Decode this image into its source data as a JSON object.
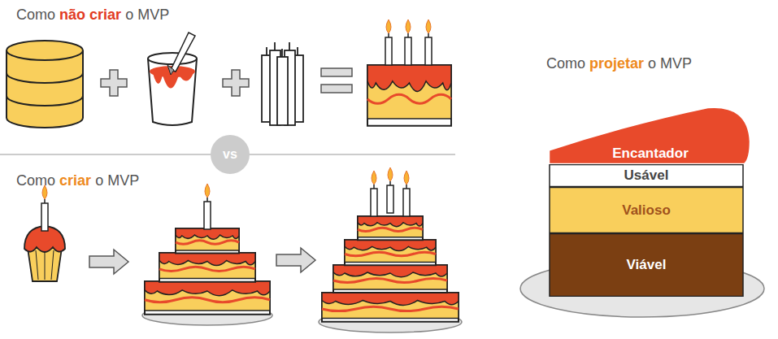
{
  "diagram": {
    "nodes": [
      {
        "text": [
          "Encantador"
        ]
      },
      {
        "text": [
          "Usável"
        ]
      },
      {
        "text": [
          "Valioso"
        ]
      },
      {
        "text": [
          "Viável"
        ]
      }
    ],
    "labels": [
      "Como",
      "não criar",
      "o MVP",
      "vs",
      "Como",
      "criar",
      "o MVP",
      "Como",
      "projetar",
      "o MVP"
    ]
  }
}
